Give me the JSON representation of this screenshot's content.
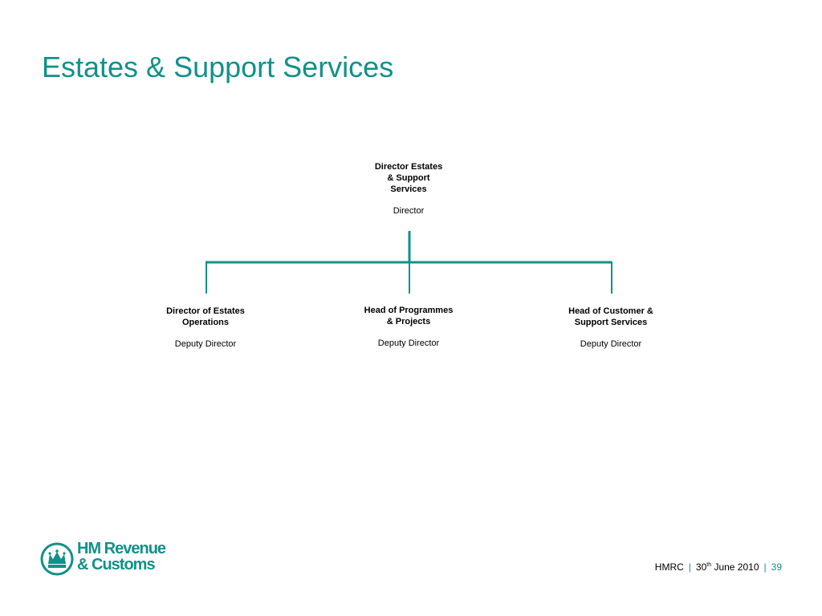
{
  "slide": {
    "title": "Estates & Support Services"
  },
  "colors": {
    "accent": "#119188",
    "text": "#000000"
  },
  "org_chart": {
    "top": {
      "title_lines": [
        "Director Estates",
        "& Support",
        "Services"
      ],
      "grade": "Director"
    },
    "children": [
      {
        "title_lines": [
          "Director of Estates",
          "Operations"
        ],
        "grade": "Deputy Director"
      },
      {
        "title_lines": [
          "Head of Programmes",
          "& Projects"
        ],
        "grade": "Deputy Director"
      },
      {
        "title_lines": [
          "Head of Customer &",
          "Support Services"
        ],
        "grade": "Deputy Director"
      }
    ]
  },
  "logo": {
    "icon": "crown-emblem-icon",
    "line1": "HM Revenue",
    "line2": "& Customs"
  },
  "footer": {
    "org": "HMRC",
    "separator": "|",
    "date_day": "30",
    "date_suffix": "th",
    "date_rest": "June 2010",
    "page_number": "39"
  }
}
